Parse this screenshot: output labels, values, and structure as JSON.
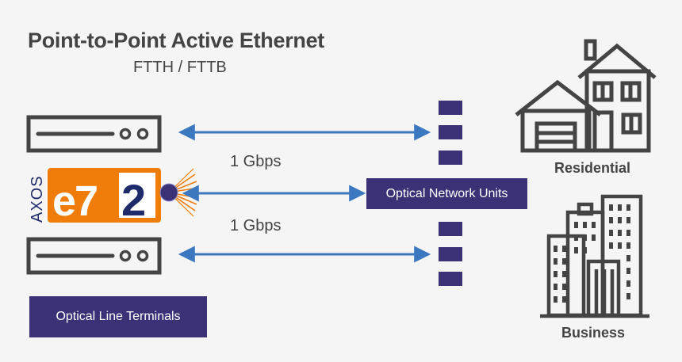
{
  "header": {
    "title": "Point-to-Point Active Ethernet",
    "subtitle": "FTTH / FTTB"
  },
  "links": {
    "speed_top": "1 Gbps",
    "speed_bottom": "1 Gbps"
  },
  "onu": {
    "label": "Optical Network Units"
  },
  "olt": {
    "label": "Optical Line Terminals",
    "logo_brand": "AXOS",
    "logo_model_e": "e7",
    "logo_model_num": "2"
  },
  "buildings": {
    "residential": "Residential",
    "business": "Business"
  },
  "colors": {
    "accent_purple": "#3a3177",
    "arrow_blue": "#3b78c0",
    "logo_orange": "#f07d0a",
    "logo_navy": "#1f2a6b",
    "outline_gray": "#444444"
  },
  "icons": [
    "server-icon",
    "house-icon",
    "office-buildings-icon",
    "laser-port-icon",
    "double-arrow-icon"
  ]
}
